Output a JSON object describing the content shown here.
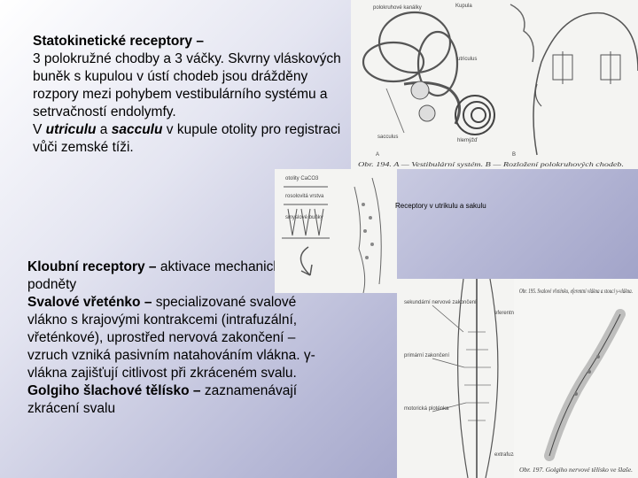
{
  "top": {
    "heading": "Statokinetické receptory –",
    "line2": "3 polokružné chodby a 3 váčky.  Skvrny vláskových buněk s kupulou v ústí chodeb jsou drážděny rozpory mezi pohybem vestibulárního systému a setrvačností endolymfy.",
    "v": "V ",
    "utriculu": "utriculu",
    "a": " a ",
    "sacculu": "sacculu",
    "rest": " v kupule otolity pro registraci vůči zemské tíži."
  },
  "bottom": {
    "h1": "Kloubní receptory –",
    "t1": " aktivace mechanickými podněty",
    "h2": "Svalové vřeténko –",
    "t2": " specializované svalové vlákno s krajovými kontrakcemi (intrafuzální, vřeténkové), uprostřed nervová zakončení – vzruch vzniká pasivním natahováním vlákna. γ-vlákna zajišťují  citlivost při zkráceném svalu.",
    "h3": "Golgiho šlachové tělísko –",
    "t3": " zaznamenávají zkrácení svalu"
  },
  "figures": {
    "vestibular": {
      "labels": [
        "polokruhové kanálky",
        "Kupula",
        "utriculus",
        "sacculus",
        "hlemýžď",
        "A",
        "B"
      ],
      "caption": "Obr. 194. A — Vestibulární systém. B — Rozložení polokruhových chodeb."
    },
    "receptors": {
      "labels": [
        "otolity CaCO3",
        "rosolovitá vrstva",
        "smyslové buňky"
      ],
      "caption": "Receptory v utrikulu a sakulu"
    },
    "spindle": {
      "labels": [
        "sekundární nervové zakončení",
        "primární zakončení",
        "eferentní y-vlákno",
        "motorická ploténka",
        "extrafuzální vlákno"
      ],
      "caption_top": "Obr. 195. Svalové vřeténko, eferentní vlákna a stoucí y-vlákna.",
      "caption_bottom": "Obr. 197. Golgiho nervové tělísko ve šlaše."
    }
  },
  "colors": {
    "background_dark": "#8d8fbb",
    "background_light": "#ffffff"
  }
}
